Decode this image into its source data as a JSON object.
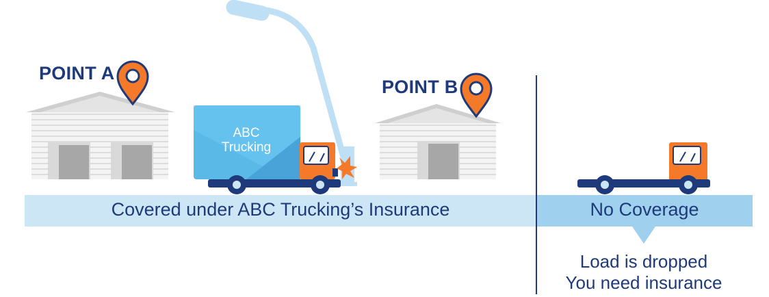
{
  "points": {
    "a_label": "POINT A",
    "b_label": "POINT B"
  },
  "truck": {
    "line1": "ABC",
    "line2": "Trucking"
  },
  "coverage": {
    "covered_text": "Covered under ABC Trucking’s Insurance",
    "no_coverage_text": "No Coverage"
  },
  "note": {
    "line1": "Load is dropped",
    "line2": "You need insurance"
  },
  "colors": {
    "navy": "#1f3a7a",
    "orange": "#f47a2a",
    "light_blue_bar": "#cde6f5",
    "mid_blue_bar": "#9fd0ee",
    "truck_box": "#5bb9e8",
    "truck_box_shade": "#4aa3d8",
    "warehouse_wall": "#f1f1f1",
    "warehouse_door": "#a7a7a7",
    "pole": "#bfe0f4"
  },
  "icons": {
    "pin": "map-pin-icon",
    "crash": "impact-burst-icon"
  }
}
